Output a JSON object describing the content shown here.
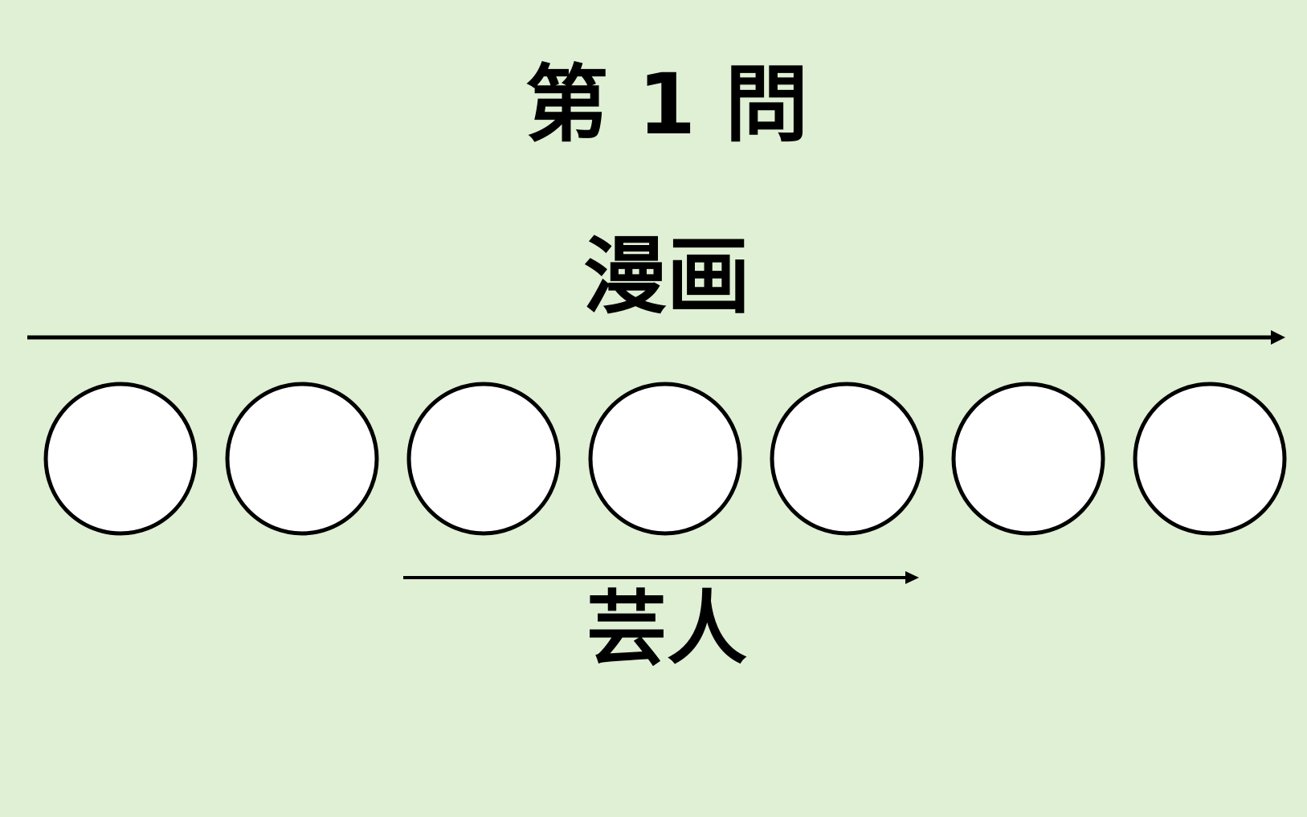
{
  "title": "第 1 問",
  "top_arrow_label": "漫画",
  "bottom_arrow_label": "芸人",
  "blank_count": 7,
  "colors": {
    "background": "#dff0d4",
    "stroke": "#000000",
    "blank_fill": "#ffffff"
  }
}
